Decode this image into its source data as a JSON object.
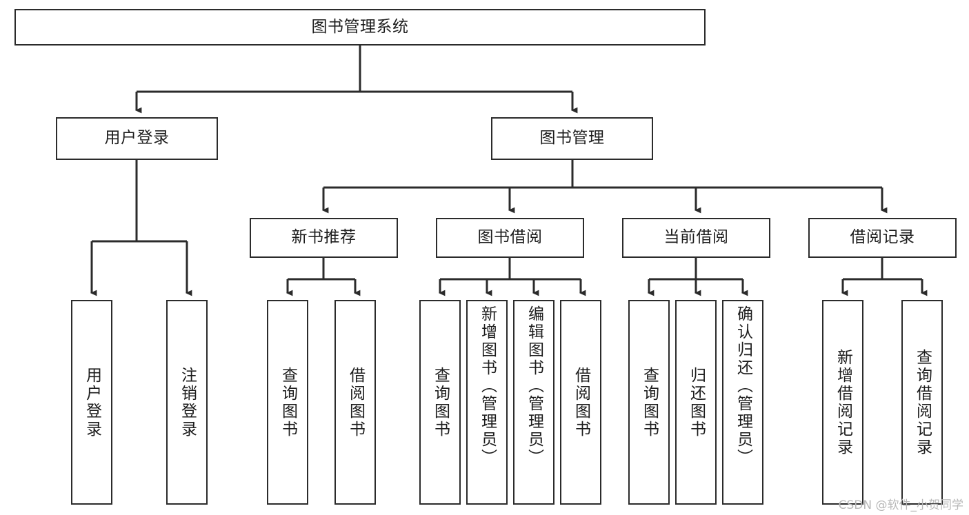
{
  "diagram": {
    "title": "图书管理系统",
    "type": "功能结构图",
    "watermark": "CSDN @软件_小贺同学",
    "colors": {
      "box_border": "#2b2b2b",
      "box_fill": "#ffffff",
      "line": "#2b2b2b",
      "text": "#1d1d1d",
      "watermark": "#b8b8b8"
    },
    "root": {
      "label": "图书管理系统"
    },
    "level2": [
      {
        "label": "用户登录"
      },
      {
        "label": "图书管理"
      }
    ],
    "level3": [
      {
        "label": "新书推荐"
      },
      {
        "label": "图书借阅"
      },
      {
        "label": "当前借阅"
      },
      {
        "label": "借阅记录"
      }
    ],
    "leaves": {
      "user_login": [
        {
          "label": "用户登录"
        },
        {
          "label": "注销登录"
        }
      ],
      "new_book": [
        {
          "label": "查询图书"
        },
        {
          "label": "借阅图书"
        }
      ],
      "book_borrow": [
        {
          "label": "查询图书"
        },
        {
          "label": "新增图书（管理员）"
        },
        {
          "label": "编辑图书（管理员）"
        },
        {
          "label": "借阅图书"
        }
      ],
      "current_borrow": [
        {
          "label": "查询图书"
        },
        {
          "label": "归还图书"
        },
        {
          "label": "确认归还（管理员）"
        }
      ],
      "borrow_record": [
        {
          "label": "新增借阅记录"
        },
        {
          "label": "查询借阅记录"
        }
      ]
    }
  }
}
